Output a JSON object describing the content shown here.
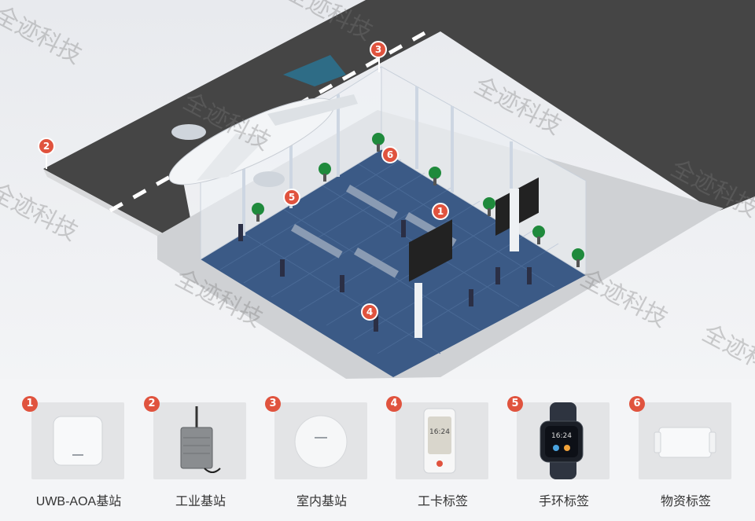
{
  "watermark": "全迹科技",
  "scene_markers": [
    "1",
    "2",
    "3",
    "4",
    "5",
    "6"
  ],
  "products": [
    {
      "num": "1",
      "label": "UWB-AOA基站",
      "icon": "aoa-base-station-icon"
    },
    {
      "num": "2",
      "label": "工业基站",
      "icon": "industrial-base-station-icon"
    },
    {
      "num": "3",
      "label": "室内基站",
      "icon": "indoor-base-station-icon"
    },
    {
      "num": "4",
      "label": "工卡标签",
      "icon": "badge-tag-icon",
      "screen_time": "16:24"
    },
    {
      "num": "5",
      "label": "手环标签",
      "icon": "wristband-tag-icon",
      "screen_time": "16:24"
    },
    {
      "num": "6",
      "label": "物资标签",
      "icon": "asset-tag-icon"
    }
  ]
}
